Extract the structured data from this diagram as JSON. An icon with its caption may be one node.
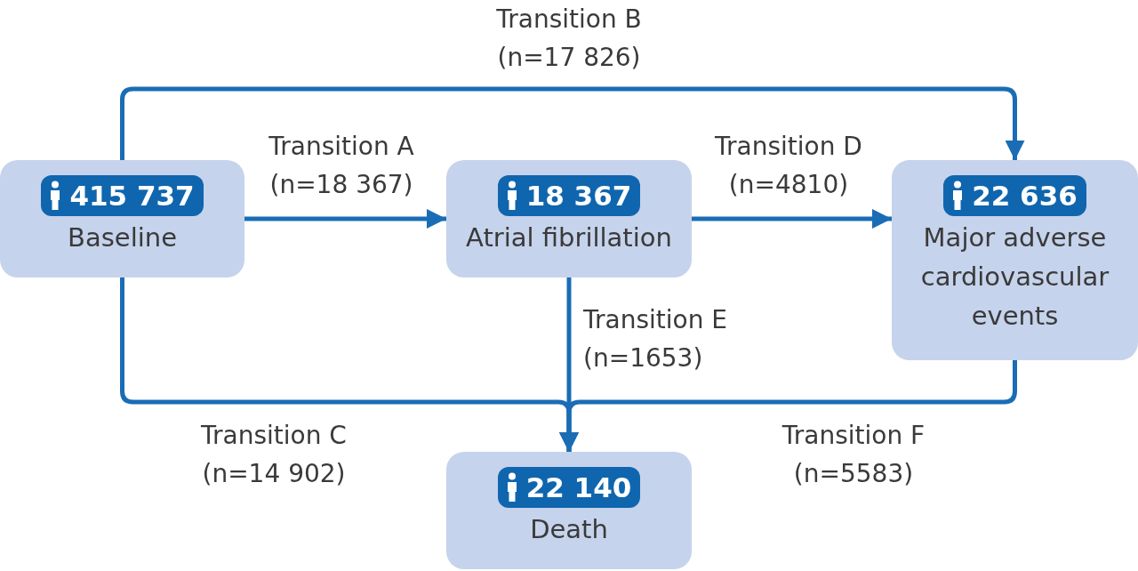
{
  "diagram": {
    "nodes": [
      {
        "text": [
          "415 737",
          "Baseline"
        ]
      },
      {
        "text": [
          "18 367",
          "Atrial fibrillation"
        ]
      },
      {
        "text": [
          "22 636",
          "Major adverse cardiovascular events"
        ]
      },
      {
        "text": [
          "22 140",
          "Death"
        ]
      }
    ],
    "edges": [
      {
        "from": 0,
        "to": 1,
        "arrow": "to",
        "label": "Transition A (n=18 367)"
      },
      {
        "from": 0,
        "to": 2,
        "arrow": "to",
        "label": "Transition B (n=17 826)"
      },
      {
        "from": 0,
        "to": 3,
        "arrow": "to",
        "label": "Transition C (n=14 902)"
      },
      {
        "from": 1,
        "to": 2,
        "arrow": "to",
        "label": "Transition D (n=4810)"
      },
      {
        "from": 1,
        "to": 3,
        "arrow": "to",
        "label": "Transition E (n=1653)"
      },
      {
        "from": 2,
        "to": 3,
        "arrow": "to",
        "label": "Transition F (n=5583)"
      }
    ]
  }
}
